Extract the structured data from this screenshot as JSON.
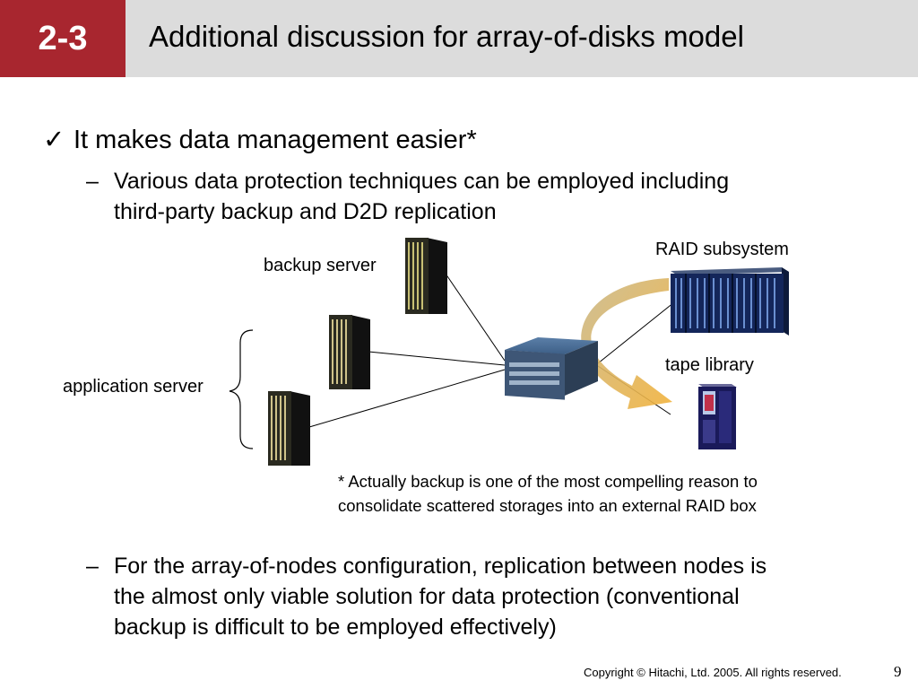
{
  "header": {
    "section_number": "2-3",
    "title": "Additional discussion for array-of-disks model",
    "accent_color": "#a8262f",
    "bar_color": "#dcdcdc"
  },
  "bullets": {
    "check_icon": "check-icon",
    "check_glyph": "✓",
    "main": "It makes data management easier*",
    "sub1_dash": "–",
    "sub1": [
      "Various data protection techniques can be employed including",
      "third-party backup and D2D replication"
    ],
    "sub2_dash": "–",
    "sub2": [
      "For the array-of-nodes configuration, replication between nodes is",
      "the almost only viable solution for data protection (conventional",
      "backup is difficult to be employed effectively)"
    ]
  },
  "diagram": {
    "backup_server_label": "backup server",
    "application_server_label": "application server",
    "raid_label": "RAID subsystem",
    "tape_label": "tape library"
  },
  "footnote": [
    "* Actually backup is one of the most compelling reason to",
    "consolidate scattered storages into an external RAID box"
  ],
  "footer": {
    "copyright": "Copyright © Hitachi, Ltd. 2005. All rights reserved.",
    "page_number": "9"
  }
}
